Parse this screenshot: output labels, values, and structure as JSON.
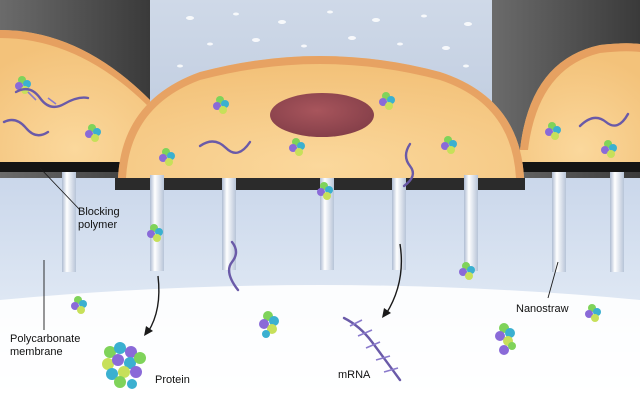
{
  "labels": {
    "blocking_polymer": "Blocking\npolymer",
    "polycarbonate_membrane": "Polycarbonate\nmembrane",
    "nanostraw": "Nanostraw",
    "protein": "Protein",
    "mrna": "mRNA"
  },
  "colors": {
    "cytoplasm": "#f7cf8e",
    "cell_edge": "#e39a5c",
    "nucleus": "#9a4a52",
    "membrane": "#d6e1f0",
    "blocking_polymer": "#1b1b1b",
    "channel_wall": "#4d4d4d",
    "nanostraw": "#e8eef6",
    "rna": "#6a5aa8"
  }
}
